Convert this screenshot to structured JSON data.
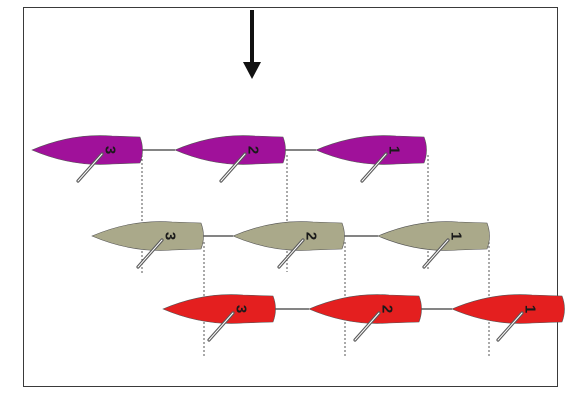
{
  "diagram": {
    "colors": {
      "arrow": "#111111",
      "connector": "#3a3a3a",
      "guide": "#555555",
      "sail": "#5a5a5a",
      "frame": "#3a3a3a"
    },
    "arrow_icon": "down-arrow-icon",
    "rows": [
      {
        "name": "purple",
        "color": "#a0119a",
        "boats": [
          {
            "label": "3",
            "sail": true
          },
          {
            "label": "2",
            "sail": true
          },
          {
            "label": "1",
            "sail": true
          }
        ]
      },
      {
        "name": "khaki",
        "color": "#aaa98a",
        "boats": [
          {
            "label": "3",
            "sail": true
          },
          {
            "label": "2",
            "sail": true
          },
          {
            "label": "1",
            "sail": true
          }
        ]
      },
      {
        "name": "red",
        "color": "#e41f1f",
        "boats": [
          {
            "label": "3",
            "sail": true
          },
          {
            "label": "2",
            "sail": true
          },
          {
            "label": "1",
            "sail": true
          }
        ]
      }
    ]
  }
}
